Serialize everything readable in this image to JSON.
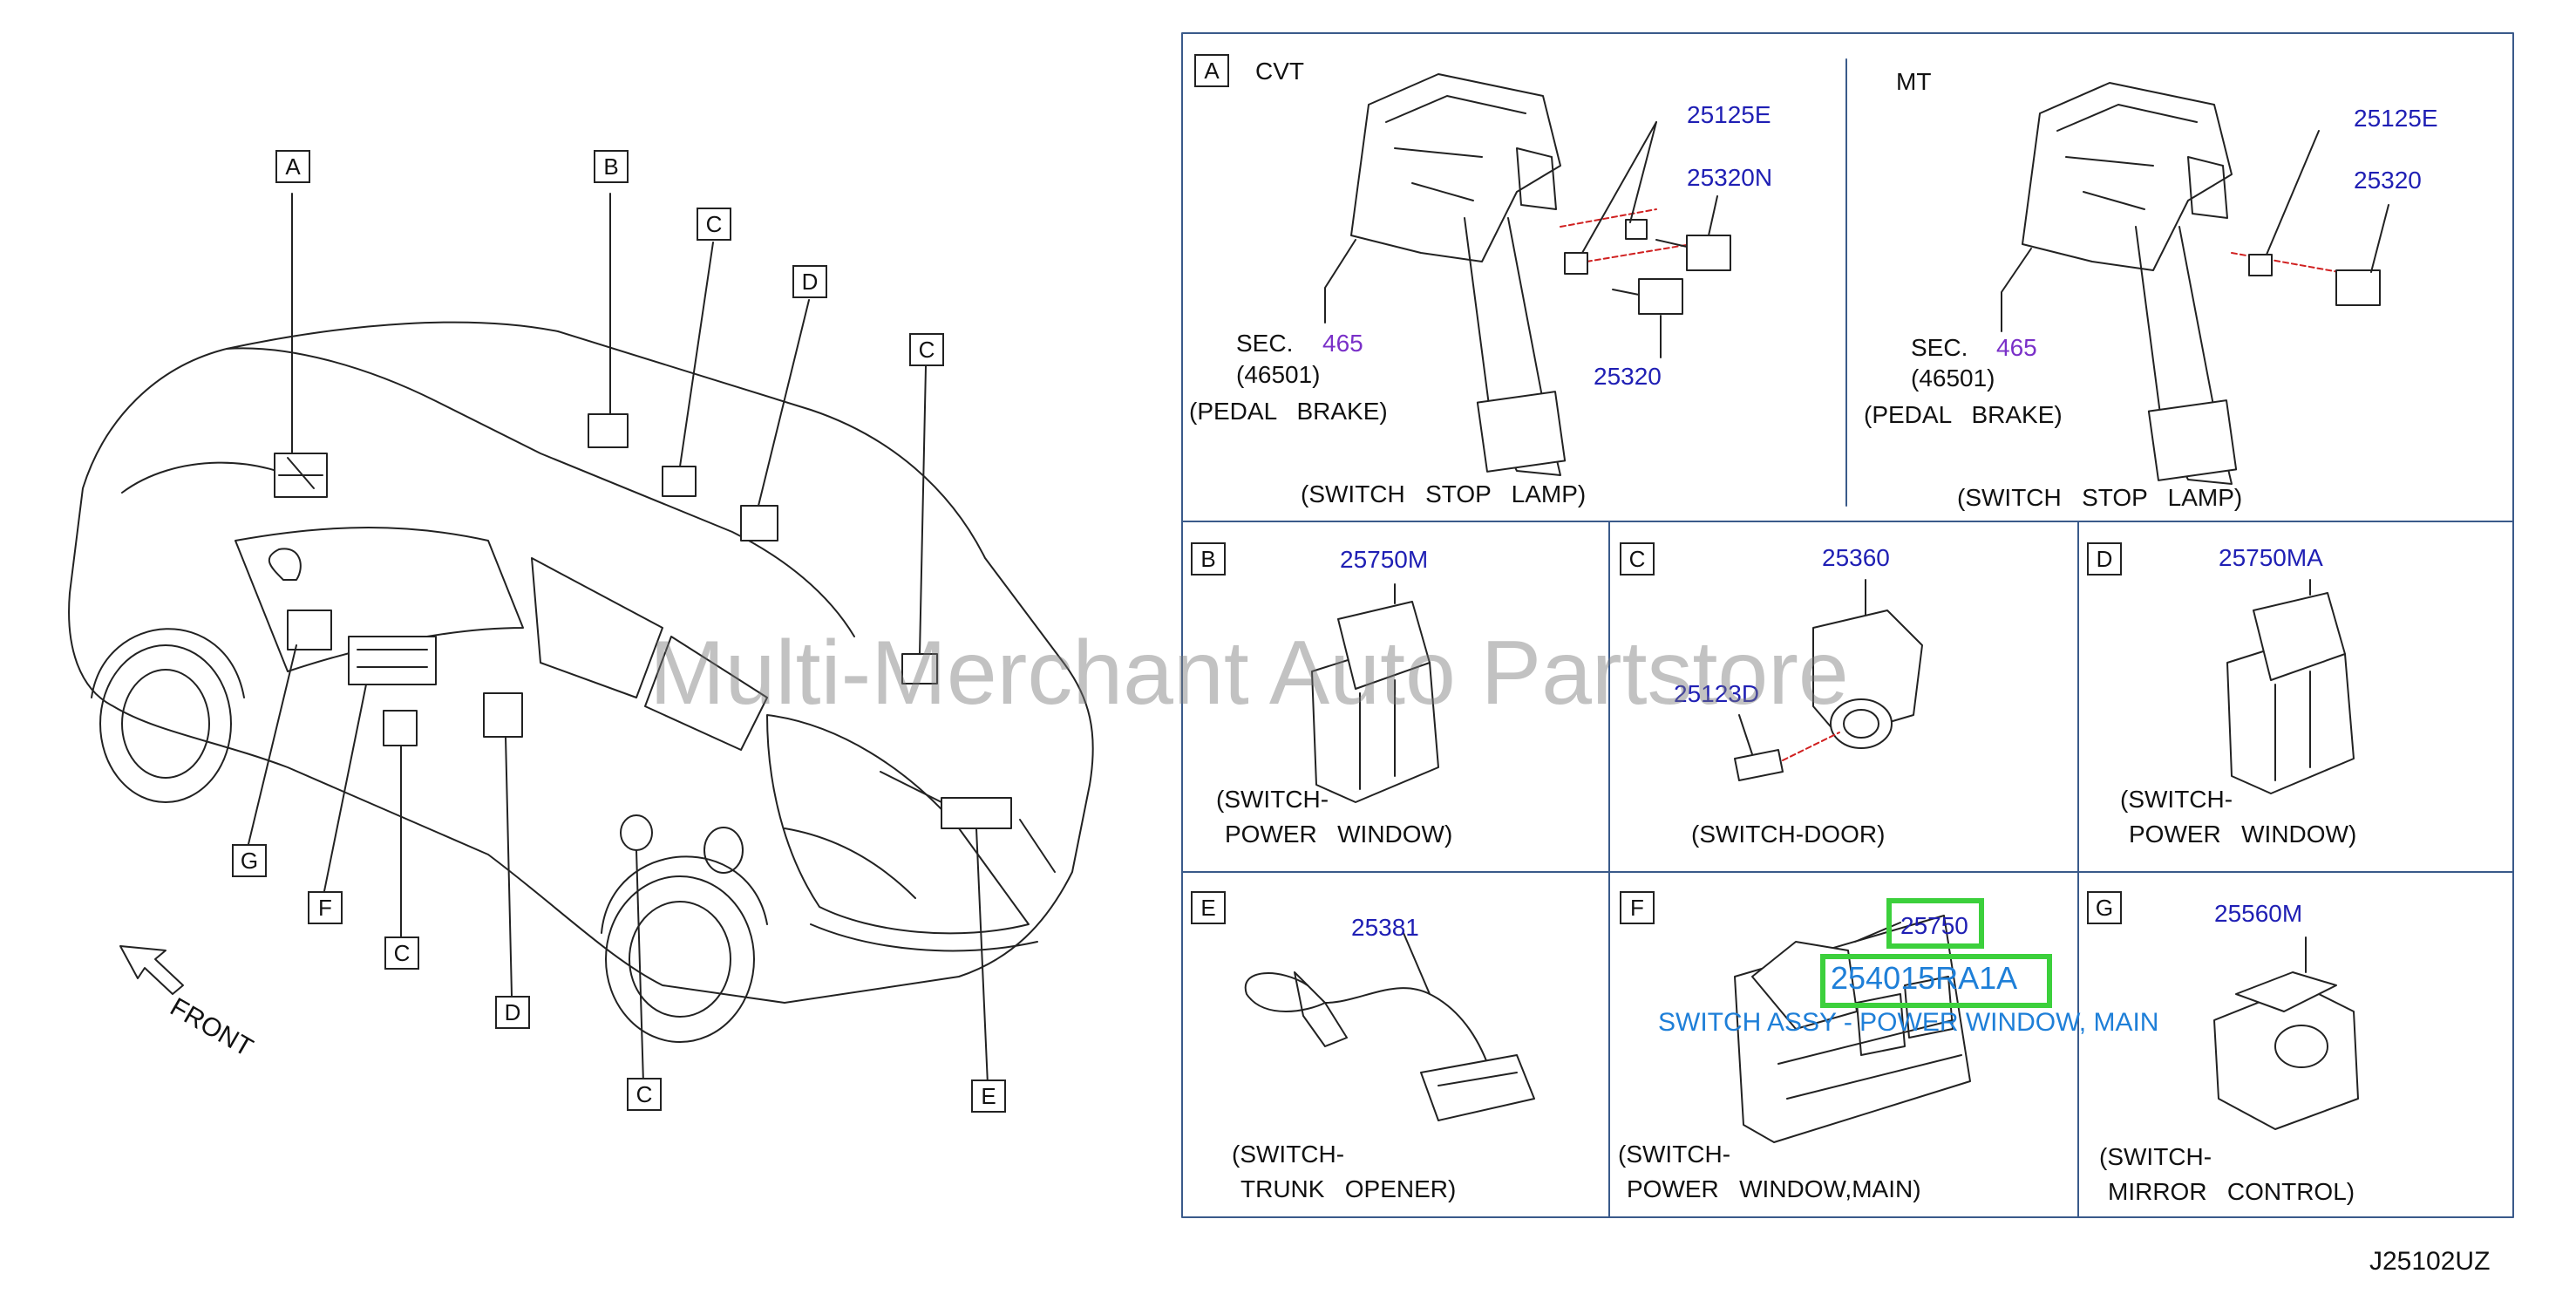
{
  "overview": {
    "front_label": "FRONT",
    "callouts": [
      "A",
      "B",
      "C",
      "D",
      "C",
      "G",
      "F",
      "C",
      "D",
      "C",
      "E"
    ]
  },
  "panels": {
    "a": {
      "letter": "A",
      "cvt": {
        "title": "CVT",
        "parts": [
          "25125E",
          "25320N",
          "25320"
        ],
        "sec": "SEC.",
        "sec_num": "465",
        "sec_ref": "(46501)",
        "pedal": "(PEDAL   BRAKE)",
        "caption": "(SWITCH   STOP   LAMP)"
      },
      "mt": {
        "title": "MT",
        "parts": [
          "25125E",
          "25320"
        ],
        "sec": "SEC.",
        "sec_num": "465",
        "sec_ref": "(46501)",
        "pedal": "(PEDAL   BRAKE)",
        "caption": "(SWITCH   STOP   LAMP)"
      }
    },
    "b": {
      "letter": "B",
      "part": "25750M",
      "caption_1": "(SWITCH-",
      "caption_2": "POWER   WINDOW)"
    },
    "c": {
      "letter": "C",
      "part": "25360",
      "part_2": "25123D",
      "caption": "(SWITCH-DOOR)"
    },
    "d": {
      "letter": "D",
      "part": "25750MA",
      "caption_1": "(SWITCH-",
      "caption_2": "POWER   WINDOW)"
    },
    "e": {
      "letter": "E",
      "part": "25381",
      "caption_1": "(SWITCH-",
      "caption_2": "TRUNK   OPENER)"
    },
    "f": {
      "letter": "F",
      "part": "25750",
      "caption_1": "(SWITCH-",
      "caption_2": "POWER   WINDOW,MAIN)"
    },
    "g": {
      "letter": "G",
      "part": "25560M",
      "caption_1": "(SWITCH-",
      "caption_2": "MIRROR   CONTROL)"
    }
  },
  "overlay": {
    "part_number": "254015RA1A",
    "description": "SWITCH ASSY - POWER WINDOW, MAIN",
    "highlight_color": "#3cd03c",
    "text_color": "#1e7fd8"
  },
  "watermark": "Multi-Merchant Auto Partstore",
  "diagram_code": "J25102UZ"
}
